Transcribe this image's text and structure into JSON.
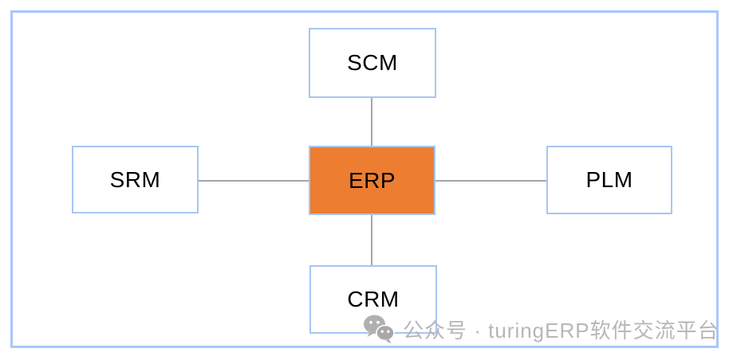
{
  "diagram": {
    "type": "hub-and-spoke",
    "center_node": {
      "label": "ERP"
    },
    "nodes": [
      {
        "label": "SCM",
        "position": "top"
      },
      {
        "label": "SRM",
        "position": "left"
      },
      {
        "label": "PLM",
        "position": "right"
      },
      {
        "label": "CRM",
        "position": "bottom"
      }
    ],
    "connections": [
      [
        "ERP",
        "SCM"
      ],
      [
        "ERP",
        "SRM"
      ],
      [
        "ERP",
        "PLM"
      ],
      [
        "ERP",
        "CRM"
      ]
    ],
    "colors": {
      "center_fill": "#ed7d31",
      "node_fill": "#ffffff",
      "node_border": "#a6c6f2",
      "frame_border": "#a8c7fa",
      "connector": "#a6a6a6",
      "label_text": "#000000",
      "watermark": "#b7b7b7"
    }
  },
  "watermark": {
    "icon": "wechat-icon",
    "text": "公众号 · turingERP软件交流平台"
  }
}
